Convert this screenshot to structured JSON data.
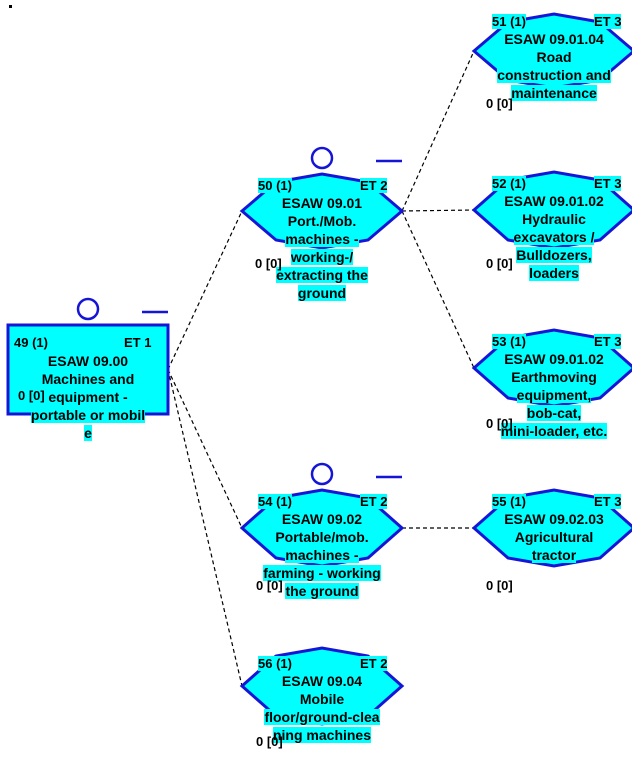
{
  "colors": {
    "fill": "#00ffff",
    "stroke": "#1515d6",
    "connector": "#000000",
    "text": "#000000"
  },
  "nodes": {
    "n49": {
      "id": "49 (1)",
      "et": "ET 1",
      "code": "ESAW 09.00",
      "lines": [
        "Machines and",
        "equipment -",
        "portable or mobil",
        "e"
      ],
      "count": "0 [0]"
    },
    "n50": {
      "id": "50 (1)",
      "et": "ET 2",
      "code": "ESAW 09.01",
      "lines": [
        "Port./Mob.",
        "machines -",
        "working-/",
        "extracting the",
        "ground"
      ],
      "count": "0 [0]"
    },
    "n51": {
      "id": "51 (1)",
      "et": "ET 3",
      "code": "ESAW 09.01.04",
      "lines": [
        "Road",
        "construction and",
        "maintenance"
      ],
      "count": "0 [0]"
    },
    "n52": {
      "id": "52 (1)",
      "et": "ET 3",
      "code": "ESAW 09.01.02",
      "lines": [
        "Hydraulic",
        "excavators /",
        "Bulldozers,",
        "loaders"
      ],
      "count": "0 [0]"
    },
    "n53": {
      "id": "53 (1)",
      "et": "ET 3",
      "code": "ESAW 09.01.02",
      "lines": [
        "Earthmoving",
        "equipment,",
        "bob-cat,",
        "mini-loader, etc."
      ],
      "count": "0 [0]"
    },
    "n54": {
      "id": "54 (1)",
      "et": "ET 2",
      "code": "ESAW 09.02",
      "lines": [
        "Portable/mob.",
        "machines -",
        "farming - working",
        "the ground"
      ],
      "count": "0 [0]"
    },
    "n55": {
      "id": "55 (1)",
      "et": "ET 3",
      "code": "ESAW 09.02.03",
      "lines": [
        "Agricultural",
        "tractor"
      ],
      "count": "0 [0]"
    },
    "n56": {
      "id": "56 (1)",
      "et": "ET 2",
      "code": "ESAW 09.04",
      "lines": [
        "Mobile",
        "floor/ground-clea",
        "ning machines"
      ],
      "count": "0 [0]"
    }
  }
}
